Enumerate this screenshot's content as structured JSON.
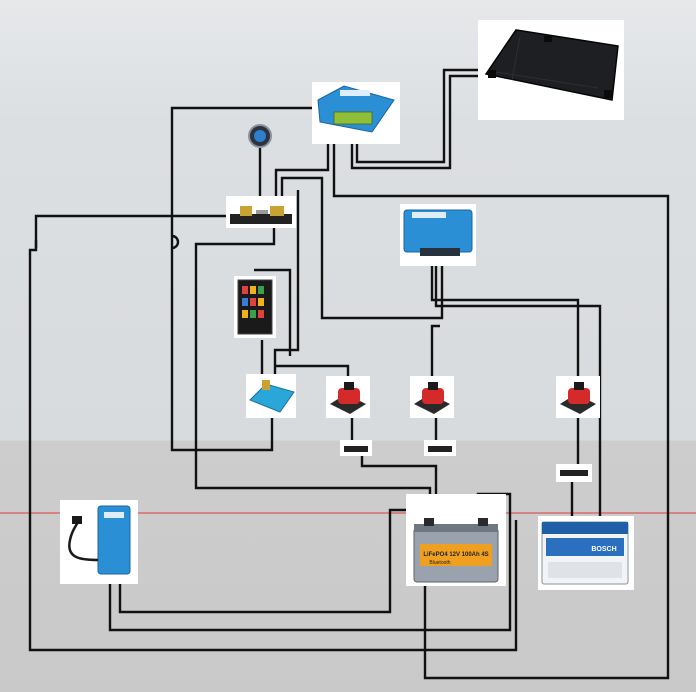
{
  "diagram": {
    "floor_line_color": "#e23a3a",
    "wire_color": "#111111",
    "components": [
      {
        "id": "solar-panel",
        "icon": "solar-panel-icon"
      },
      {
        "id": "solar-charge-controller",
        "icon": "charge-controller-icon",
        "color": "#2b8fd6"
      },
      {
        "id": "battery-monitor-display",
        "icon": "battery-monitor-icon"
      },
      {
        "id": "shunt",
        "icon": "shunt-icon"
      },
      {
        "id": "dc-dc-charger",
        "icon": "dc-dc-charger-icon",
        "color": "#2b8fd6"
      },
      {
        "id": "fuse-box",
        "icon": "fuse-box-icon"
      },
      {
        "id": "busbar",
        "icon": "busbar-icon",
        "color": "#2aa6d8"
      },
      {
        "id": "battery-switch-1",
        "icon": "battery-switch-icon",
        "color": "#d42a2a"
      },
      {
        "id": "battery-switch-2",
        "icon": "battery-switch-icon",
        "color": "#d42a2a"
      },
      {
        "id": "battery-switch-3",
        "icon": "battery-switch-icon",
        "color": "#d42a2a"
      },
      {
        "id": "fuse-holder-1",
        "icon": "fuse-holder-icon"
      },
      {
        "id": "fuse-holder-2",
        "icon": "fuse-holder-icon"
      },
      {
        "id": "fuse-holder-3",
        "icon": "fuse-holder-icon"
      },
      {
        "id": "ac-charger",
        "icon": "ac-charger-icon",
        "color": "#2b8fd6"
      },
      {
        "id": "lifepo4-battery",
        "icon": "lifepo4-battery-icon",
        "color": "#9aa3ad"
      },
      {
        "id": "starter-battery",
        "icon": "starter-battery-icon",
        "color": "#1f5fa8"
      }
    ],
    "lifepo4_label": "LiFePO4 12V 100Ah 4S",
    "lifepo4_sublabel": "Bluetooth",
    "starter_brand": "BOSCH"
  }
}
